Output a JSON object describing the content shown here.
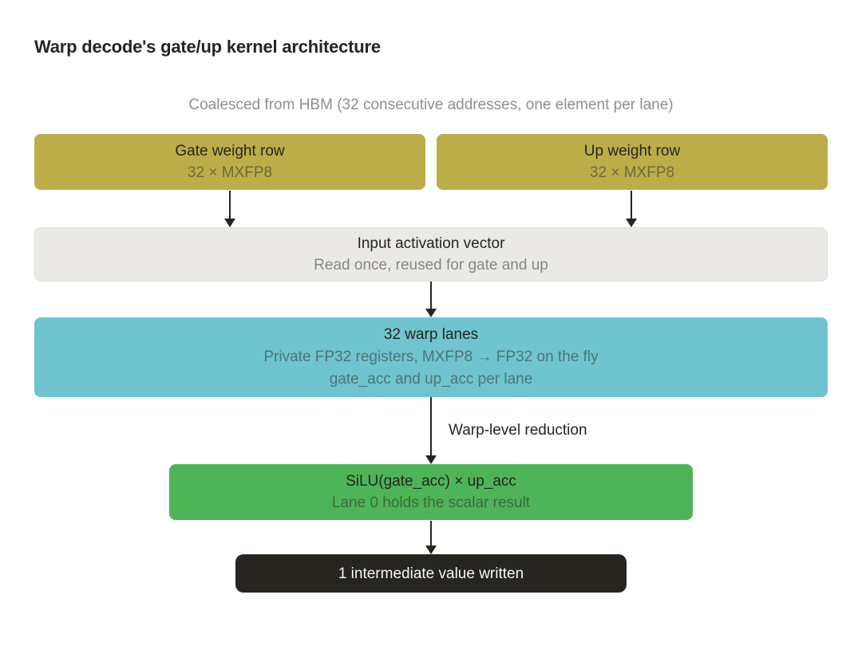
{
  "palette": {
    "background": "#ffffff",
    "ink": "#26251f",
    "muted_text": "#8f8e8a",
    "weight_box": "#bcad49",
    "activation_box": "#eae9e5",
    "lanes_box": "#6fc4cf",
    "silu_box": "#4eb457",
    "output_box": "#26251f"
  },
  "header": {
    "title": "Warp decode's gate/up kernel architecture"
  },
  "subtitle": "Coalesced from HBM (32 consecutive addresses, one element per lane)",
  "nodes": {
    "gate_weight": {
      "title": "Gate weight row",
      "subtitle": "32 × MXFP8"
    },
    "up_weight": {
      "title": "Up weight row",
      "subtitle": "32 × MXFP8"
    },
    "input_activation": {
      "title": "Input activation vector",
      "subtitle": "Read once, reused for gate and up"
    },
    "warp_lanes": {
      "title": "32 warp lanes",
      "line2": "Private FP32 registers, MXFP8 → FP32 on the fly",
      "line3": "gate_acc and up_acc per lane"
    },
    "silu": {
      "title": "SiLU(gate_acc) × up_acc",
      "subtitle": "Lane 0 holds the scalar result"
    },
    "output": {
      "title": "1 intermediate value written"
    }
  },
  "edges": {
    "reduction_label": "Warp-level reduction"
  }
}
